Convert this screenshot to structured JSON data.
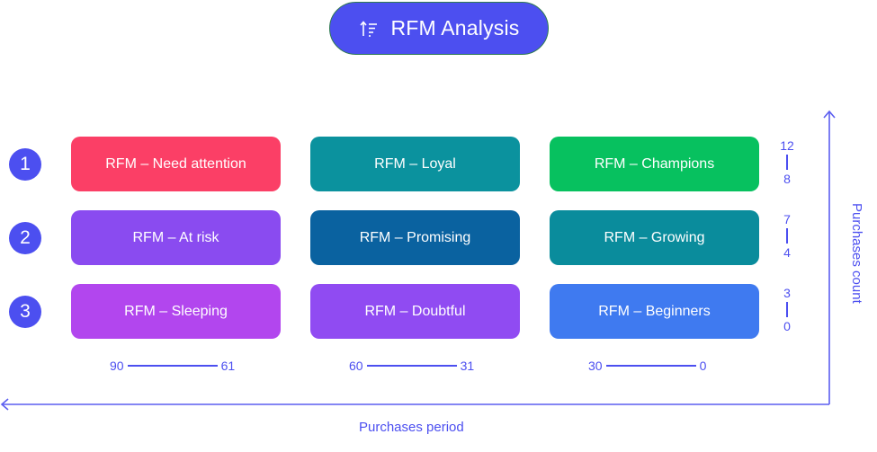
{
  "header": {
    "title": "RFM Analysis",
    "icon": "sort-ascending-icon"
  },
  "rows": [
    {
      "badge": "1",
      "range_top": "12",
      "range_bottom": "8"
    },
    {
      "badge": "2",
      "range_top": "7",
      "range_bottom": "4"
    },
    {
      "badge": "3",
      "range_top": "3",
      "range_bottom": "0"
    }
  ],
  "segments": [
    [
      {
        "label": "RFM – Need attention",
        "color": "#fb3f66"
      },
      {
        "label": "RFM – Loyal",
        "color": "#0b929e"
      },
      {
        "label": "RFM – Champions",
        "color": "#07c15f"
      }
    ],
    [
      {
        "label": "RFM – At risk",
        "color": "#8a4bf0"
      },
      {
        "label": "RFM – Promising",
        "color": "#0a62a0"
      },
      {
        "label": "RFM – Growing",
        "color": "#0a8c9c"
      }
    ],
    [
      {
        "label": "RFM – Sleeping",
        "color": "#b246ee"
      },
      {
        "label": "RFM – Doubtful",
        "color": "#904bf2"
      },
      {
        "label": "RFM – Beginners",
        "color": "#3f7af0"
      }
    ]
  ],
  "period_ranges": [
    {
      "from": "90",
      "to": "61"
    },
    {
      "from": "60",
      "to": "31"
    },
    {
      "from": "30",
      "to": "0"
    }
  ],
  "axes": {
    "x_title": "Purchases period",
    "y_title": "Purchases count",
    "color": "#4c4ff0"
  }
}
